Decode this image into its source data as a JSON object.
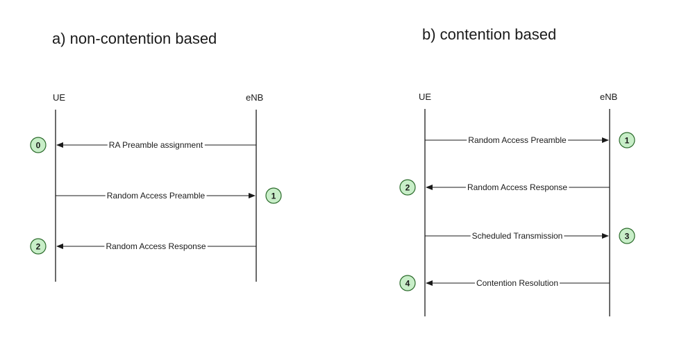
{
  "colors": {
    "step_fill": "#c8eec8",
    "step_stroke": "#2a6a2a",
    "line": "#1a1a1a"
  },
  "panels": [
    {
      "id": "a",
      "title": "a) non-contention based",
      "left_entity": "UE",
      "right_entity": "eNB",
      "messages": [
        {
          "label": "RA Preamble assignment",
          "direction": "to-left",
          "step": "0"
        },
        {
          "label": "Random Access Preamble",
          "direction": "to-right",
          "step": "1"
        },
        {
          "label": "Random Access Response",
          "direction": "to-left",
          "step": "2"
        }
      ]
    },
    {
      "id": "b",
      "title": "b) contention based",
      "left_entity": "UE",
      "right_entity": "eNB",
      "messages": [
        {
          "label": "Random Access Preamble",
          "direction": "to-right",
          "step": "1"
        },
        {
          "label": "Random Access Response",
          "direction": "to-left",
          "step": "2"
        },
        {
          "label": "Scheduled Transmission",
          "direction": "to-right",
          "step": "3"
        },
        {
          "label": "Contention Resolution",
          "direction": "to-left",
          "step": "4"
        }
      ]
    }
  ]
}
